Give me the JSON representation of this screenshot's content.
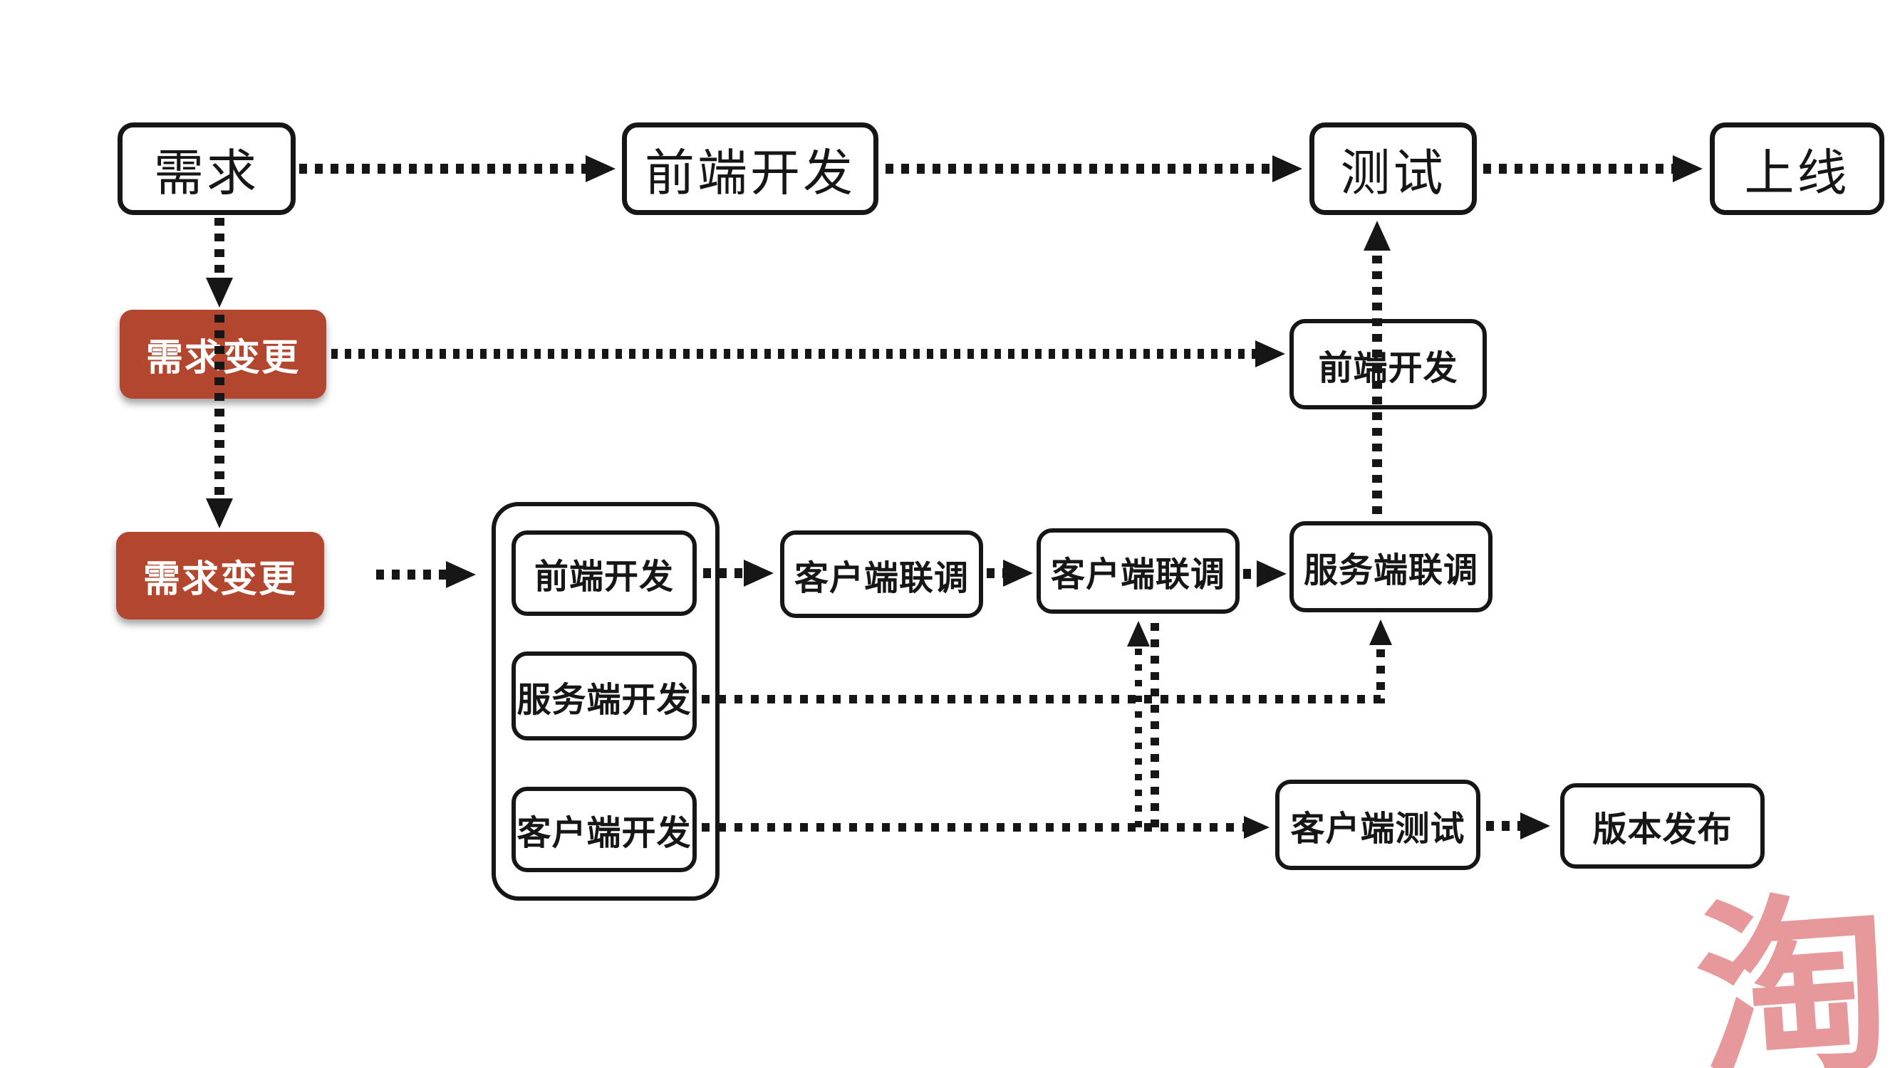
{
  "diagram": {
    "title": "development-workflow-flowchart",
    "nodes": {
      "req": {
        "label": "需求"
      },
      "frontend_top": {
        "label": "前端开发"
      },
      "test": {
        "label": "测试"
      },
      "launch": {
        "label": "上线"
      },
      "req_change_1": {
        "label": "需求变更"
      },
      "frontend_mid": {
        "label": "前端开发"
      },
      "req_change_2": {
        "label": "需求变更"
      },
      "frontend_grp": {
        "label": "前端开发"
      },
      "server_dev": {
        "label": "服务端开发"
      },
      "client_dev": {
        "label": "客户端开发"
      },
      "client_joint_1": {
        "label": "客户端联调"
      },
      "client_joint_2": {
        "label": "客户端联调"
      },
      "server_joint": {
        "label": "服务端联调"
      },
      "client_test": {
        "label": "客户端测试"
      },
      "release": {
        "label": "版本发布"
      }
    },
    "edges": [
      "需求 → 前端开发",
      "前端开发 → 测试",
      "测试 → 上线",
      "需求 → 需求变更",
      "需求变更 → 需求变更",
      "需求变更 → 前端开发(右)",
      "服务端联调 → 前端开发(右) → 测试",
      "需求变更 → 开发组",
      "前端开发 → 客户端联调",
      "客户端联调 → 客户端联调",
      "客户端联调 → 服务端联调",
      "服务端开发 → 服务端联调",
      "客户端开发 → 客户端测试",
      "客户端测试 ↔ 客户端联调",
      "客户端测试 → 版本发布"
    ],
    "colors": {
      "highlight_fill": "#b2462f",
      "highlight_text": "#ffffff",
      "stroke": "#161616",
      "background": "#ffffff",
      "watermark_pink": "#e7989b"
    },
    "watermark": {
      "label": "淘"
    }
  }
}
